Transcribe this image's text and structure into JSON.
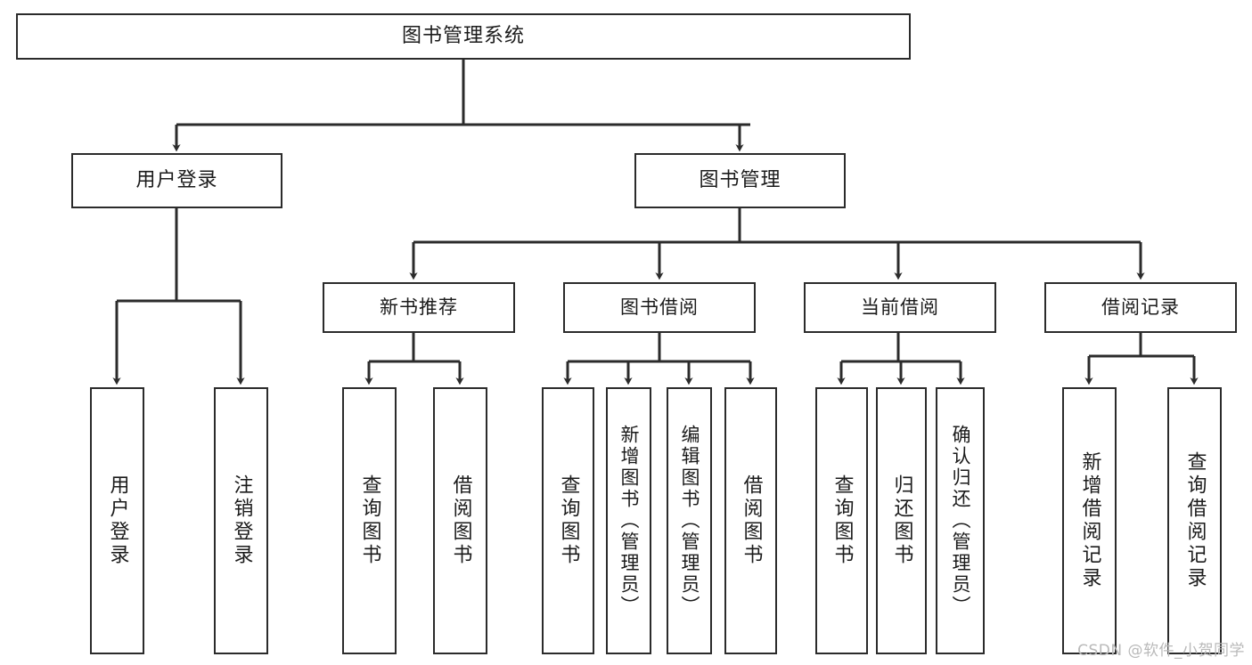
{
  "diagram": {
    "title": "图书管理系统",
    "type": "tree",
    "background_color": "#ffffff",
    "line_color": "#2b2b2b",
    "text_color": "#1b1b1b",
    "root": {
      "id": "root",
      "label": "图书管理系统"
    },
    "level2": [
      {
        "id": "user-login",
        "label": "用户登录"
      },
      {
        "id": "book-manage",
        "label": "图书管理"
      }
    ],
    "level3": [
      {
        "id": "new-book-rec",
        "label": "新书推荐"
      },
      {
        "id": "book-borrow",
        "label": "图书借阅"
      },
      {
        "id": "current-borrow",
        "label": "当前借阅"
      },
      {
        "id": "borrow-record",
        "label": "借阅记录"
      }
    ],
    "leaves": {
      "user_login": [
        {
          "id": "leaf-user-login",
          "label": "用户登录"
        },
        {
          "id": "leaf-logout-login",
          "label": "注销登录"
        }
      ],
      "new_book_rec": [
        {
          "id": "leaf-query-book-1",
          "label": "查询图书"
        },
        {
          "id": "leaf-borrow-book-1",
          "label": "借阅图书"
        }
      ],
      "book_borrow": [
        {
          "id": "leaf-query-book-2",
          "label": "查询图书"
        },
        {
          "id": "leaf-add-book",
          "label": "新增图书（管理员）"
        },
        {
          "id": "leaf-edit-book",
          "label": "编辑图书（管理员）"
        },
        {
          "id": "leaf-borrow-book-2",
          "label": "借阅图书"
        }
      ],
      "current_borrow": [
        {
          "id": "leaf-query-book-3",
          "label": "查询图书"
        },
        {
          "id": "leaf-return-book",
          "label": "归还图书"
        },
        {
          "id": "leaf-confirm-return",
          "label": "确认归还（管理员）"
        }
      ],
      "borrow_record": [
        {
          "id": "leaf-add-record",
          "label": "新增借阅记录"
        },
        {
          "id": "leaf-query-record",
          "label": "查询借阅记录"
        }
      ]
    }
  },
  "watermark": {
    "text": "CSDN @软件_小贺同学"
  }
}
